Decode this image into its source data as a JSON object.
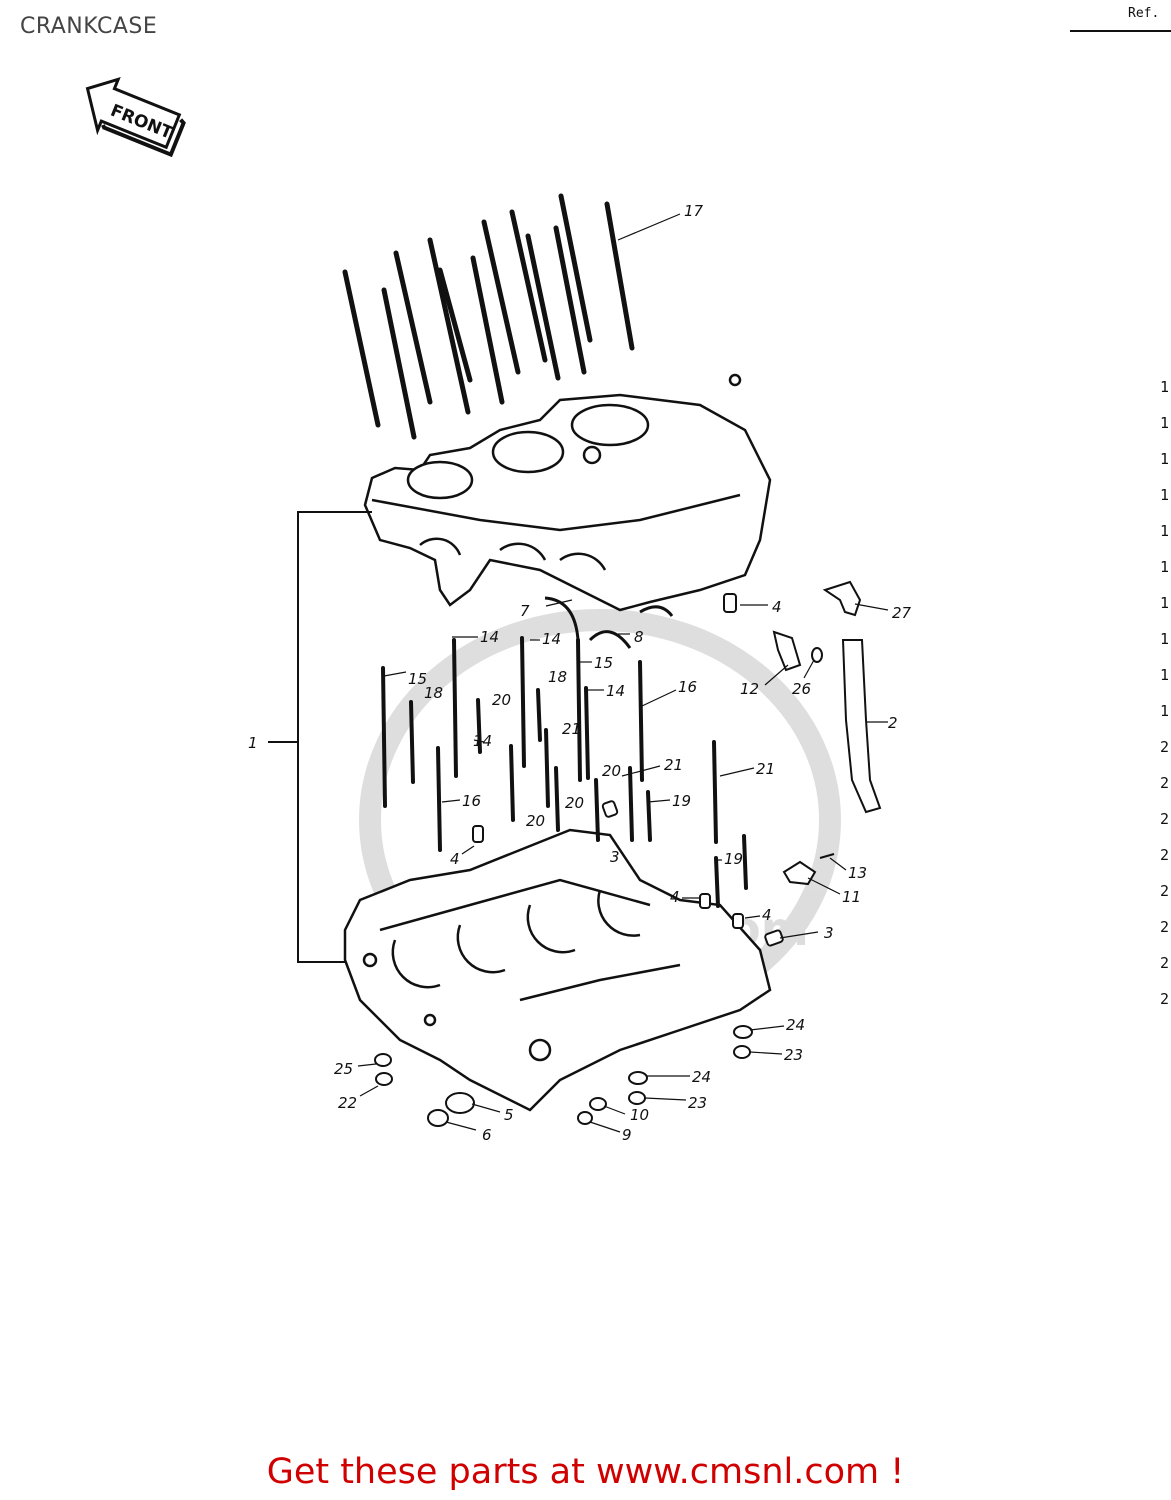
{
  "page": {
    "title": "CRANKCASE",
    "ref": "Ref.",
    "cta": "Get these parts at www.cmsnl.com !"
  },
  "diagram": {
    "front_arrow_label": "FRONT",
    "watermark_text": "www.cmsnl.com",
    "callouts": [
      "1",
      "2",
      "3",
      "3",
      "4",
      "4",
      "4",
      "4",
      "5",
      "6",
      "7",
      "8",
      "9",
      "10",
      "11",
      "12",
      "13",
      "14",
      "14",
      "14",
      "14",
      "15",
      "15",
      "16",
      "16",
      "17",
      "18",
      "18",
      "19",
      "19",
      "20",
      "20",
      "20",
      "20",
      "21",
      "21",
      "21",
      "22",
      "23",
      "23",
      "24",
      "24",
      "25",
      "26",
      "27"
    ],
    "ref_column": [
      "1",
      "1",
      "1",
      "1",
      "1",
      "1",
      "1",
      "1",
      "1",
      "1",
      "2",
      "2",
      "2",
      "2",
      "2",
      "2",
      "2",
      "2"
    ]
  }
}
